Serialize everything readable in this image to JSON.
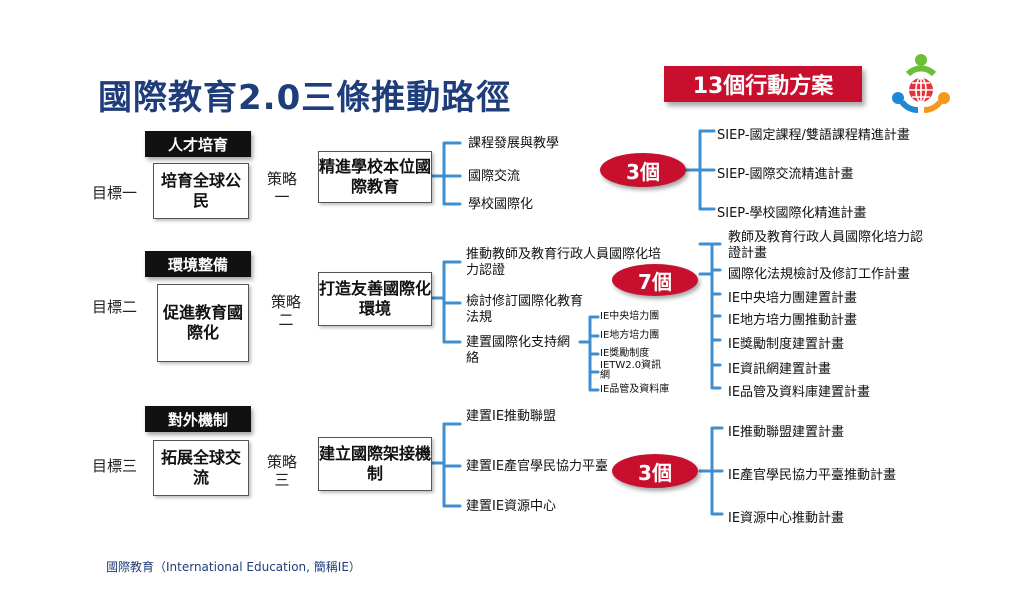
{
  "title": "國際教育2.0三條推動路徑",
  "badge": "13個行動方案",
  "footnote": "國際教育（International Education, 簡稱IE）",
  "rows": [
    {
      "category": "人才培育",
      "goal_label": "目標一",
      "goal": "培育全球公民",
      "strategy_label": "策略一",
      "strategy": "精進學校本位國際教育",
      "items": [
        "課程發展與教學",
        "國際交流",
        "學校國際化"
      ],
      "count": "3個",
      "plans": [
        "SIEP-國定課程/雙語課程精進計畫",
        "SIEP-國際交流精進計畫",
        "SIEP-學校國際化精進計畫"
      ]
    },
    {
      "category": "環境整備",
      "goal_label": "目標二",
      "goal": "促進教育國際化",
      "strategy_label": "策略二",
      "strategy": "打造友善國際化環境",
      "items": [
        "推動教師及教育行政人員國際化培力認證",
        "檢討修訂國際化教育法規",
        "建置國際化支持網絡"
      ],
      "sub_items": [
        "IE中央培力團",
        "IE地方培力團",
        "IE獎勵制度",
        "IETW2.0資訊網",
        "IE品管及資料庫"
      ],
      "count": "7個",
      "plans": [
        "教師及教育行政人員國際化培力認證計畫",
        "國際化法規檢討及修訂工作計畫",
        "IE中央培力團建置計畫",
        "IE地方培力團推動計畫",
        "IE獎勵制度建置計畫",
        "IE資訊網建置計畫",
        "IE品管及資料庫建置計畫"
      ]
    },
    {
      "category": "對外機制",
      "goal_label": "目標三",
      "goal": "拓展全球交流",
      "strategy_label": "策略三",
      "strategy": "建立國際架接機制",
      "items": [
        "建置IE推動聯盟",
        "建置IE產官學民協力平臺",
        "建置IE資源中心"
      ],
      "count": "3個",
      "plans": [
        "IE推動聯盟建置計畫",
        "IE產官學民協力平臺推動計畫",
        "IE資源中心推動計畫"
      ]
    }
  ]
}
